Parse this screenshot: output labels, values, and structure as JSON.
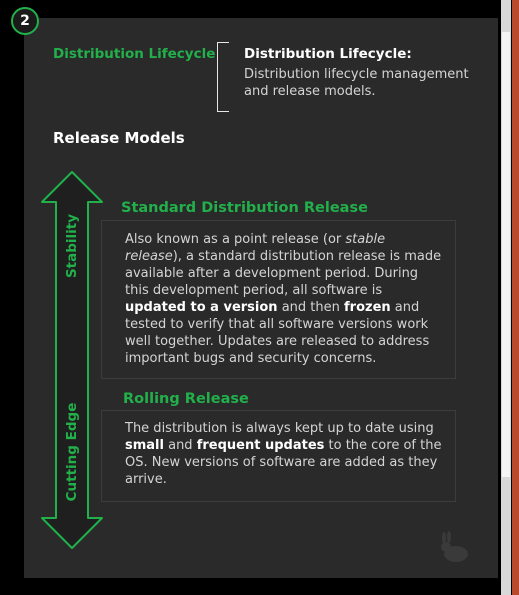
{
  "step_badge": "2",
  "lifecycle_label": "Distribution Lifecycle",
  "lifecycle_title": "Distribution Lifecycle:",
  "lifecycle_description": "Distribution lifecycle management and release models.",
  "section_title": "Release Models",
  "axis": {
    "top_label": "Stability",
    "bottom_label": "Cutting Edge"
  },
  "standard": {
    "heading": "Standard Distribution Release",
    "parts": [
      {
        "t": "Also known as a point release (or ",
        "s": "normal"
      },
      {
        "t": "stable release",
        "s": "italic"
      },
      {
        "t": "), a standard distribution release is made available after a development period. During this development period, all software is ",
        "s": "normal"
      },
      {
        "t": "updated to a version",
        "s": "bold"
      },
      {
        "t": " and then ",
        "s": "normal"
      },
      {
        "t": "frozen",
        "s": "bold"
      },
      {
        "t": " and tested to verify that all software versions work well together. Updates are released to address important bugs and security concerns.",
        "s": "normal"
      }
    ]
  },
  "rolling": {
    "heading": "Rolling Release",
    "parts": [
      {
        "t": "The distribution is always kept up to date using ",
        "s": "normal"
      },
      {
        "t": "small",
        "s": "bold"
      },
      {
        "t": " and ",
        "s": "normal"
      },
      {
        "t": "frequent updates",
        "s": "bold"
      },
      {
        "t": " to the core of the OS. New versions of software are added as they arrive.",
        "s": "normal"
      }
    ]
  },
  "colors": {
    "accent": "#22b04b",
    "panel": "#2a2a2a",
    "background": "#000000",
    "box_border": "#3c3c3c"
  },
  "icons": [
    "rabbit-icon",
    "double-arrow-icon",
    "bracket-icon"
  ]
}
